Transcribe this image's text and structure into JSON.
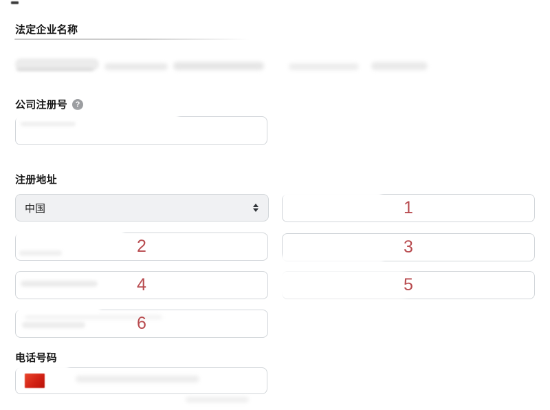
{
  "form": {
    "legal_name": {
      "label": "法定企业名称"
    },
    "registration_number": {
      "label": "公司注册号",
      "help_icon": "?"
    },
    "registered_address": {
      "label": "注册地址",
      "country": {
        "selected": "中国"
      },
      "annotated_inputs": [
        {
          "annotation": "1"
        },
        {
          "annotation": "2"
        },
        {
          "annotation": "3"
        },
        {
          "annotation": "4"
        },
        {
          "annotation": "5"
        },
        {
          "annotation": "6"
        }
      ]
    },
    "phone": {
      "label": "电话号码",
      "flag_icon": "china-flag"
    }
  },
  "colors": {
    "annotation_red": "#b84b4f",
    "flag_red": "#d22114",
    "label_text": "#161616",
    "input_border": "#d1d5d9",
    "select_background": "#f0f1f3",
    "help_icon_gray": "#9c9ea1"
  }
}
